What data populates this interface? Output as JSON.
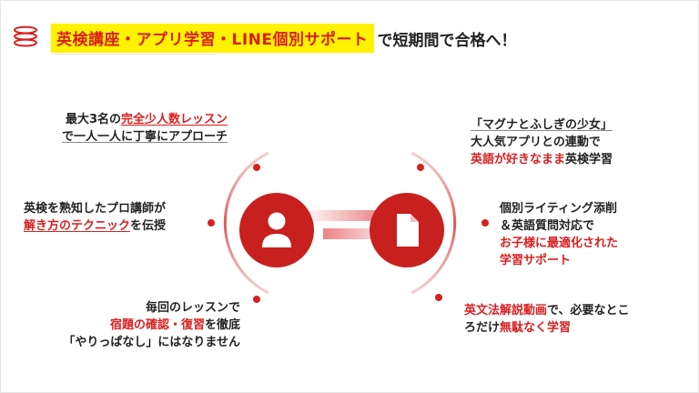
{
  "header": {
    "title_highlight": "英検講座・アプリ学習・LINE個別サポート",
    "title_rest": "で短期間で合格へ！"
  },
  "left_blocks": [
    {
      "line1_a": "最大3名の",
      "line1_b": "完全少人数レッスン",
      "line2": "で一人一人に丁寧にアプローチ"
    },
    {
      "line1": "英検を熟知したプロ講師が",
      "line2_a": "解き方のテクニック",
      "line2_b": "を伝授"
    },
    {
      "line1": "毎回のレッスンで",
      "line2_a": "宿題の確認・復習",
      "line2_b": "を徹底",
      "line3": "「やりっぱなし」にはなりません"
    }
  ],
  "right_blocks": [
    {
      "line1": "「マグナとふしぎの少女」",
      "line2": "大人気アプリとの連動で",
      "line3_a": "英語が好きなまま",
      "line3_b": "英検学習"
    },
    {
      "line1": "個別ライティング添削",
      "line2": "＆英語質問対応で",
      "line3": "お子様に最適化された",
      "line4": "学習サポート"
    },
    {
      "line1_a": "英文法解説動画",
      "line1_b": "で、必要なとこ",
      "line2_a": "ろだけ",
      "line2_b": "無駄なく学習"
    }
  ],
  "icons": {
    "left": "user-icon",
    "right": "document-icon"
  },
  "colors": {
    "accent": "#d91f1f",
    "highlight": "#fff200",
    "text": "#222222"
  }
}
